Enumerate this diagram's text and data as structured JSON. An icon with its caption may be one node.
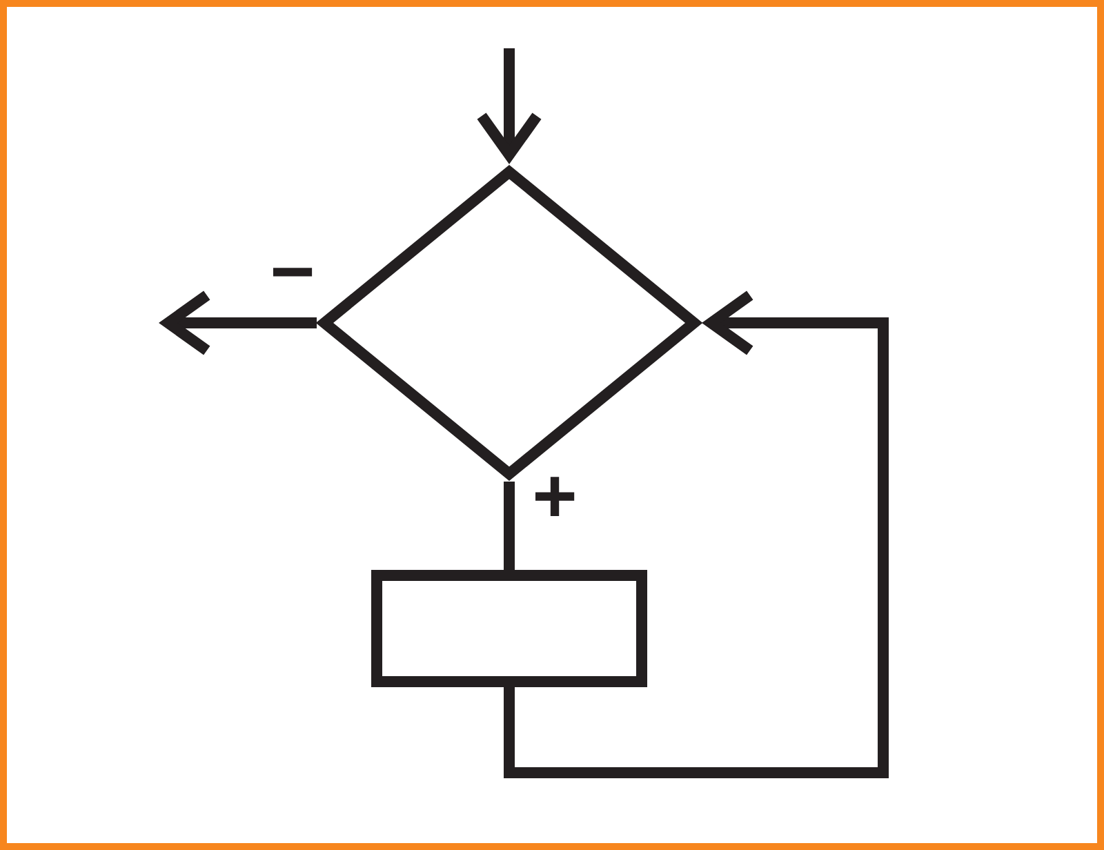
{
  "diagram": {
    "nodes": [
      {
        "text": [],
        "shape": "diamond"
      },
      {
        "text": [],
        "shape": "box"
      }
    ],
    "edges": [
      {
        "from": null,
        "to": 0,
        "arrow": "to"
      },
      {
        "from": 0,
        "to": null,
        "arrow": "to",
        "label": "−"
      },
      {
        "from": 0,
        "to": 1,
        "arrow": "none",
        "label": "+"
      },
      {
        "from": 1,
        "to": 0,
        "arrow": "to"
      }
    ]
  }
}
